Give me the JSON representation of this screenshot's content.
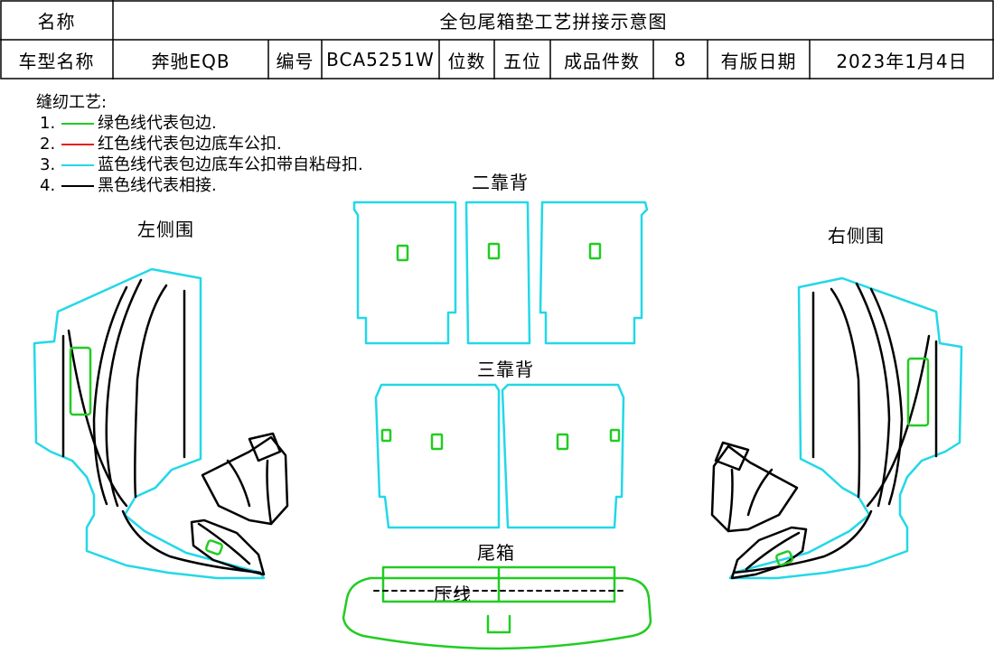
{
  "header": {
    "row1": {
      "name_label": "名称",
      "title": "全包尾箱垫工艺拼接示意图"
    },
    "row2": {
      "model_label": "车型名称",
      "model_value": "奔驰EQB",
      "code_label": "编号",
      "code_value": "BCA5251W",
      "seats_label": "位数",
      "seats_value": "五位",
      "pieces_label": "成品件数",
      "pieces_value": "8",
      "date_label": "有版日期",
      "date_value": "2023年1月4日"
    }
  },
  "legend": {
    "heading": "缝纫工艺:",
    "items": [
      {
        "num": "1.",
        "color": "#22cc22",
        "text": "绿色线代表包边."
      },
      {
        "num": "2.",
        "color": "#e81818",
        "text": "红色线代表包边底车公扣."
      },
      {
        "num": "3.",
        "color": "#22d8e8",
        "text": "蓝色线代表包边底车公扣带自粘母扣."
      },
      {
        "num": "4.",
        "color": "#000000",
        "text": "黑色线代表相接."
      }
    ]
  },
  "labels": {
    "second_backrest": "二靠背",
    "third_backrest": "三靠背",
    "left_side": "左侧围",
    "right_side": "右侧围",
    "trunk": "尾箱",
    "press_line": "压线"
  },
  "colors": {
    "cyan": "#22d8e8",
    "green": "#22cc22",
    "black": "#000000"
  }
}
